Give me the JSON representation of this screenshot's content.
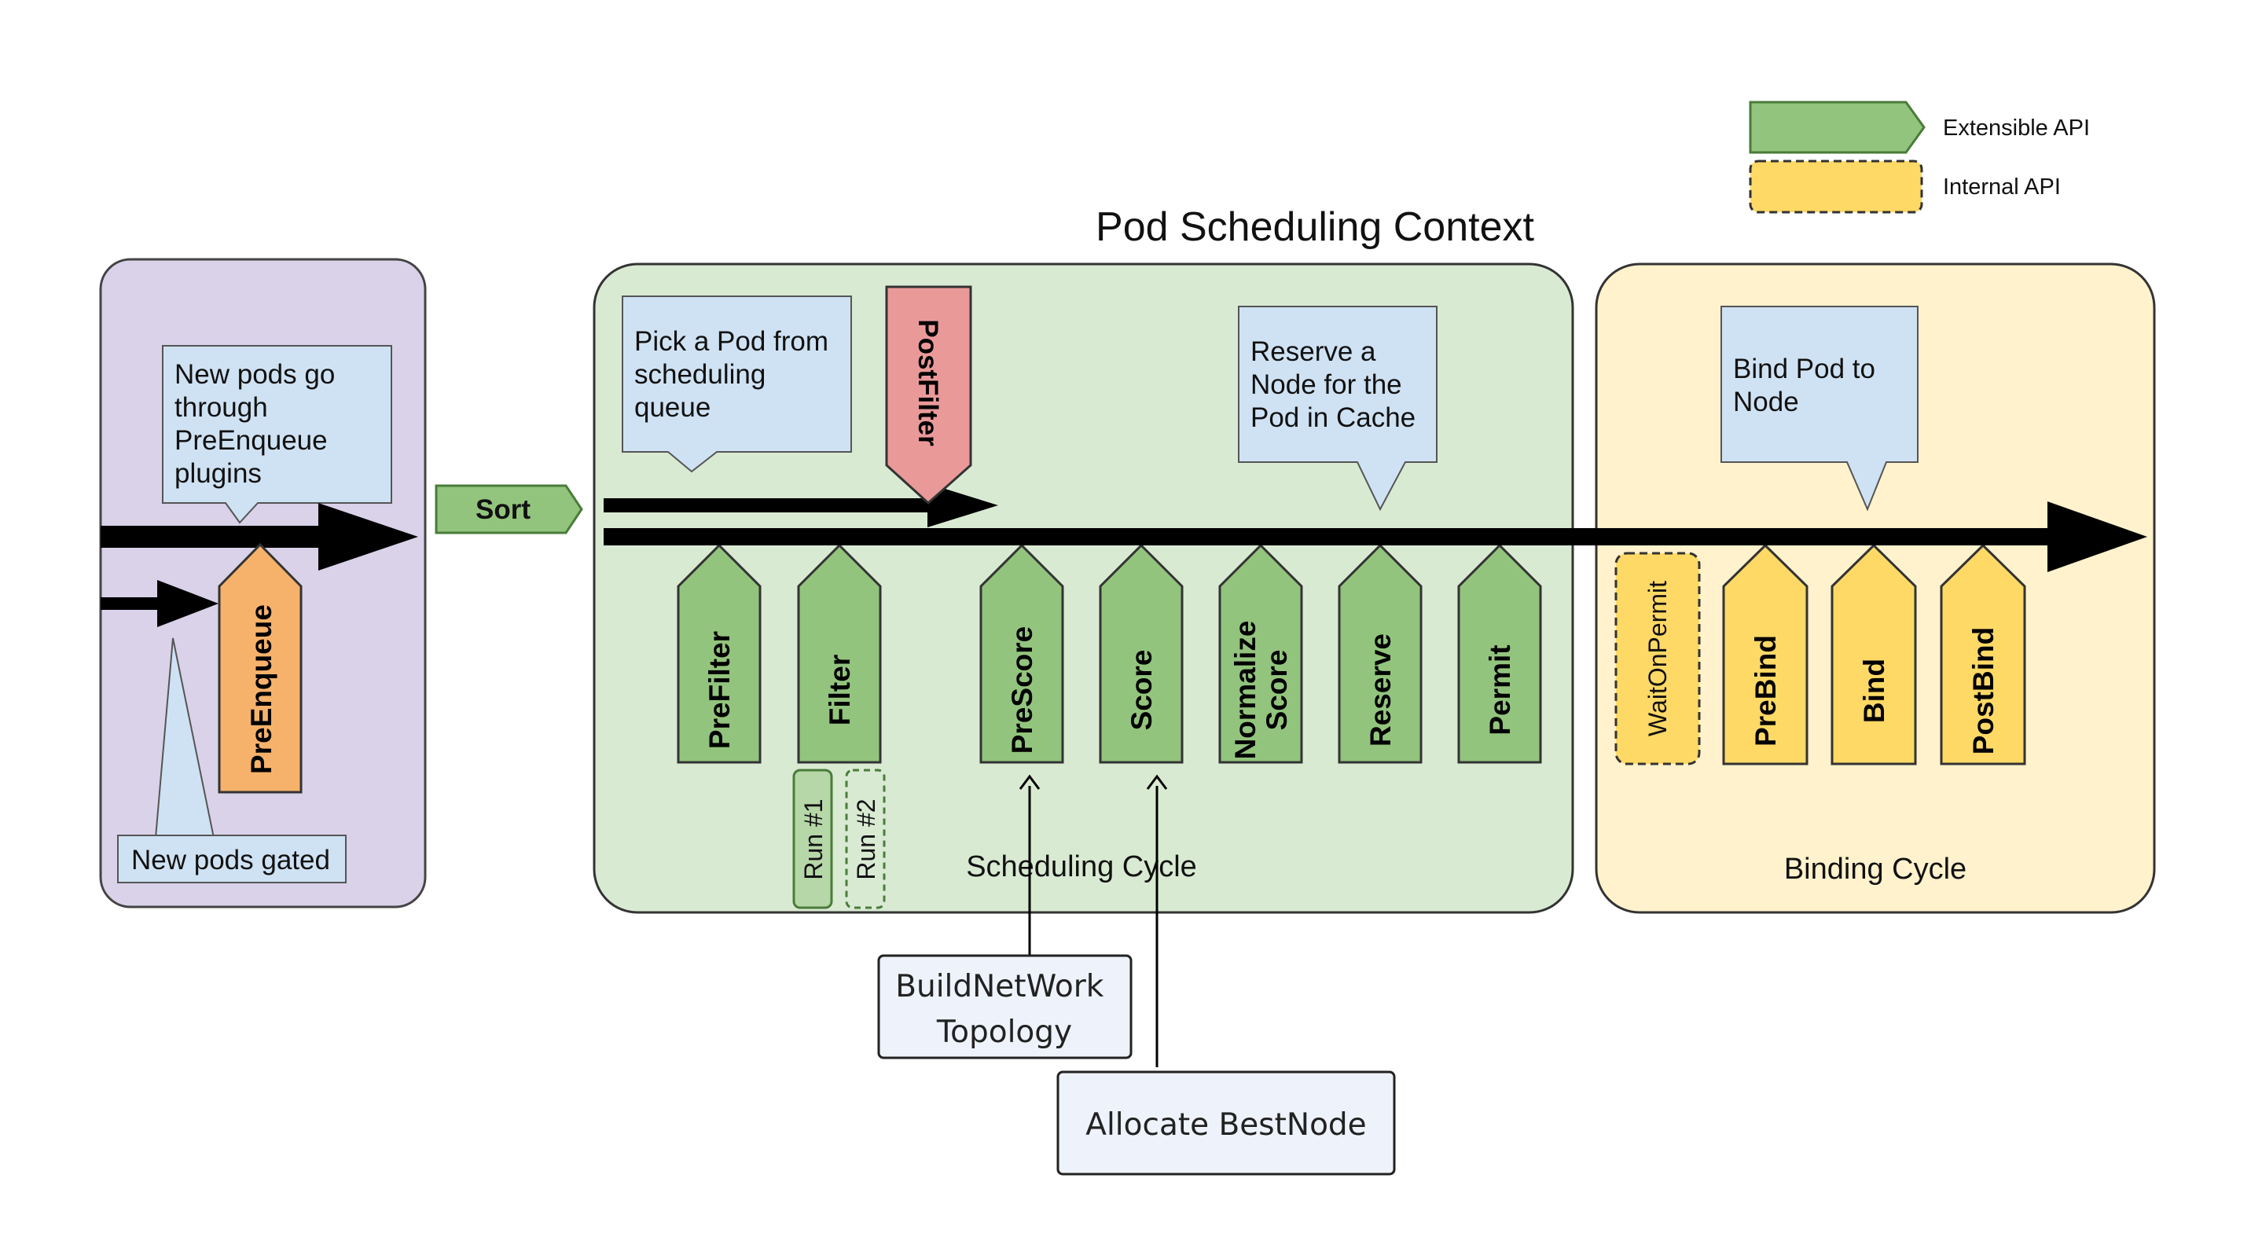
{
  "title": "Pod Scheduling Context",
  "legend": {
    "extensible_label": "Extensible API",
    "internal_label": "Internal API",
    "extensible_color": "#93c47d",
    "internal_color": "#ffd966"
  },
  "colors": {
    "queue_bg": "#d9d2e9",
    "scheduling_bg": "#d9ead3",
    "binding_bg": "#fff2cc",
    "callout_bg": "#cfe2f3",
    "preenqueue": "#f6b26b",
    "postfilter": "#ea9999",
    "extensible": "#93c47d",
    "internal": "#ffd966"
  },
  "queue": {
    "callout": [
      "New pods go",
      "through",
      "PreEnqueue",
      "plugins"
    ],
    "gated_label": "New pods gated",
    "preenqueue_label": "PreEnqueue"
  },
  "sort_label": "Sort",
  "scheduling": {
    "callout_pick": [
      "Pick a Pod from",
      "scheduling",
      "queue"
    ],
    "callout_reserve": [
      "Reserve a",
      "Node for the",
      "Pod in Cache"
    ],
    "postfilter_label": "PostFilter",
    "plugins": [
      "PreFilter",
      "Filter",
      "PreScore",
      "Score",
      "Normalize Score",
      "Reserve",
      "Permit"
    ],
    "run1": "Run #1",
    "run2": "Run #2",
    "cycle_label": "Scheduling Cycle"
  },
  "binding": {
    "callout": [
      "Bind Pod to",
      "Node"
    ],
    "waitonpermit_label": "WaitOnPermit",
    "plugins": [
      "PreBind",
      "Bind",
      "PostBind"
    ],
    "cycle_label": "Binding Cycle"
  },
  "annotations": {
    "build_topology": [
      "BuildNetWork",
      "Topology"
    ],
    "allocate_best_node": "Allocate BestNode"
  }
}
